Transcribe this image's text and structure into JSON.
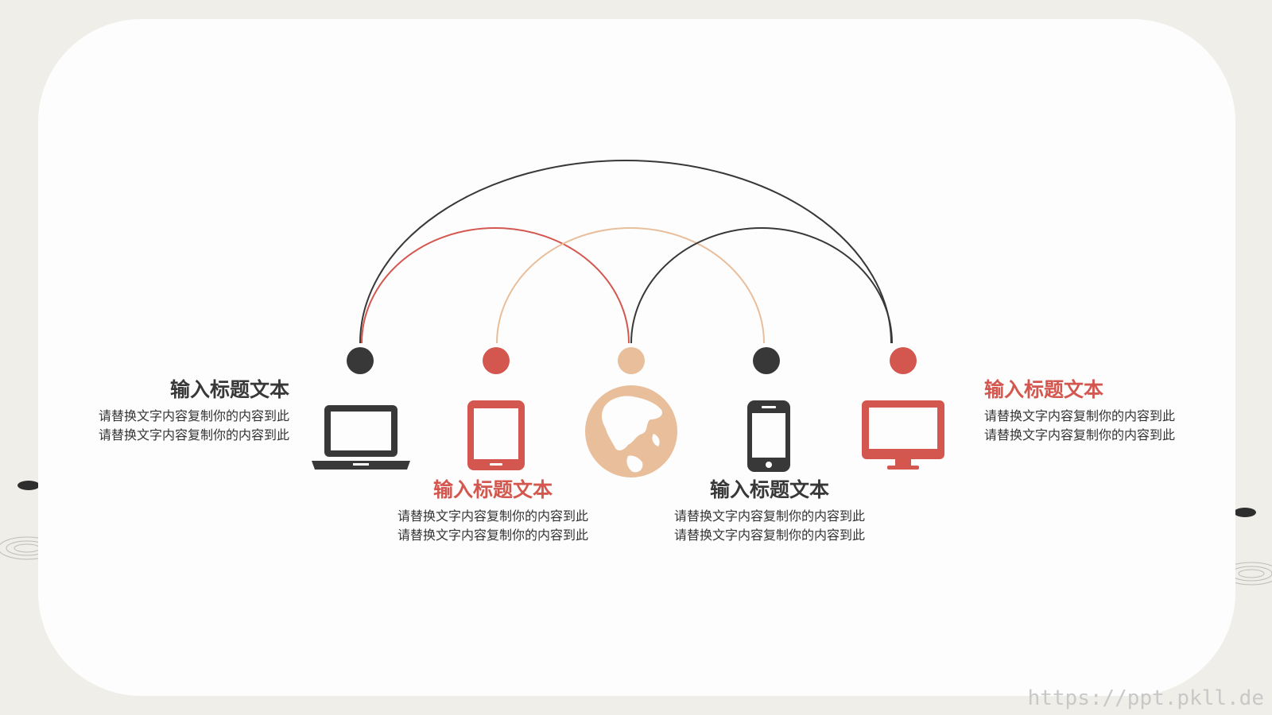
{
  "colors": {
    "dark": "#383838",
    "red": "#d4574f",
    "peach": "#e8be9b",
    "card": "#fdfdfd",
    "bg": "#efeee8"
  },
  "items": [
    {
      "title": "输入标题文本",
      "desc_line1": "请替换文字内容复制你的内容到此",
      "desc_line2": "请替换文字内容复制你的内容到此",
      "color": "#383838",
      "icon": "laptop-icon"
    },
    {
      "title": "输入标题文本",
      "desc_line1": "请替换文字内容复制你的内容到此",
      "desc_line2": "请替换文字内容复制你的内容到此",
      "color": "#d4574f",
      "icon": "tablet-icon"
    },
    {
      "title": "",
      "desc_line1": "",
      "desc_line2": "",
      "color": "#e8be9b",
      "icon": "globe-icon"
    },
    {
      "title": "输入标题文本",
      "desc_line1": "请替换文字内容复制你的内容到此",
      "desc_line2": "请替换文字内容复制你的内容到此",
      "color": "#383838",
      "icon": "phone-icon"
    },
    {
      "title": "输入标题文本",
      "desc_line1": "请替换文字内容复制你的内容到此",
      "desc_line2": "请替换文字内容复制你的内容到此",
      "color": "#d4574f",
      "icon": "monitor-icon"
    }
  ],
  "watermark": "https://ppt.pkll.de"
}
